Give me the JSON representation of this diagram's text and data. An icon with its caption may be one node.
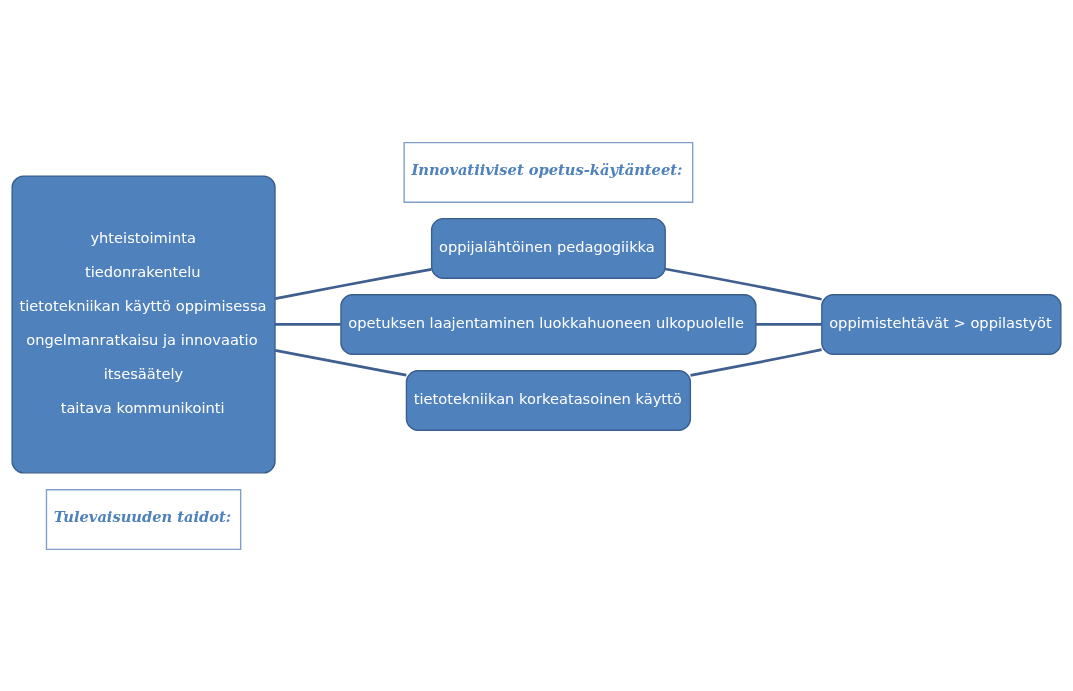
{
  "diagram": {
    "nodes": [
      {
        "text": [
          "Tulevaisuuden taidot:"
        ]
      },
      {
        "text": [
          "yhteistoiminta",
          "tiedonrakentelu",
          "tietotekniikan käyttö oppimisessa",
          "ongelmanratkaisu ja innovaatio",
          "itsesäätely",
          "taitava kommunikointi"
        ]
      },
      {
        "text": [
          "Innovatiiviset opetus-käytänteet:"
        ]
      },
      {
        "text": [
          "oppijalähtöinen pedagogiikka"
        ]
      },
      {
        "text": [
          "opetuksen laajentaminen luokkahuoneen ulkopuolelle"
        ]
      },
      {
        "text": [
          "tietotekniikan korkeatasoinen käyttö"
        ]
      },
      {
        "text": [
          "oppimistehtävät > oppilastyöt"
        ]
      }
    ],
    "edges": [
      {
        "from": 1,
        "to": 3,
        "arrow": "none"
      },
      {
        "from": 1,
        "to": 4,
        "arrow": "none"
      },
      {
        "from": 1,
        "to": 5,
        "arrow": "none"
      },
      {
        "from": 3,
        "to": 6,
        "arrow": "none"
      },
      {
        "from": 4,
        "to": 6,
        "arrow": "none"
      },
      {
        "from": 5,
        "to": 6,
        "arrow": "none"
      }
    ]
  }
}
